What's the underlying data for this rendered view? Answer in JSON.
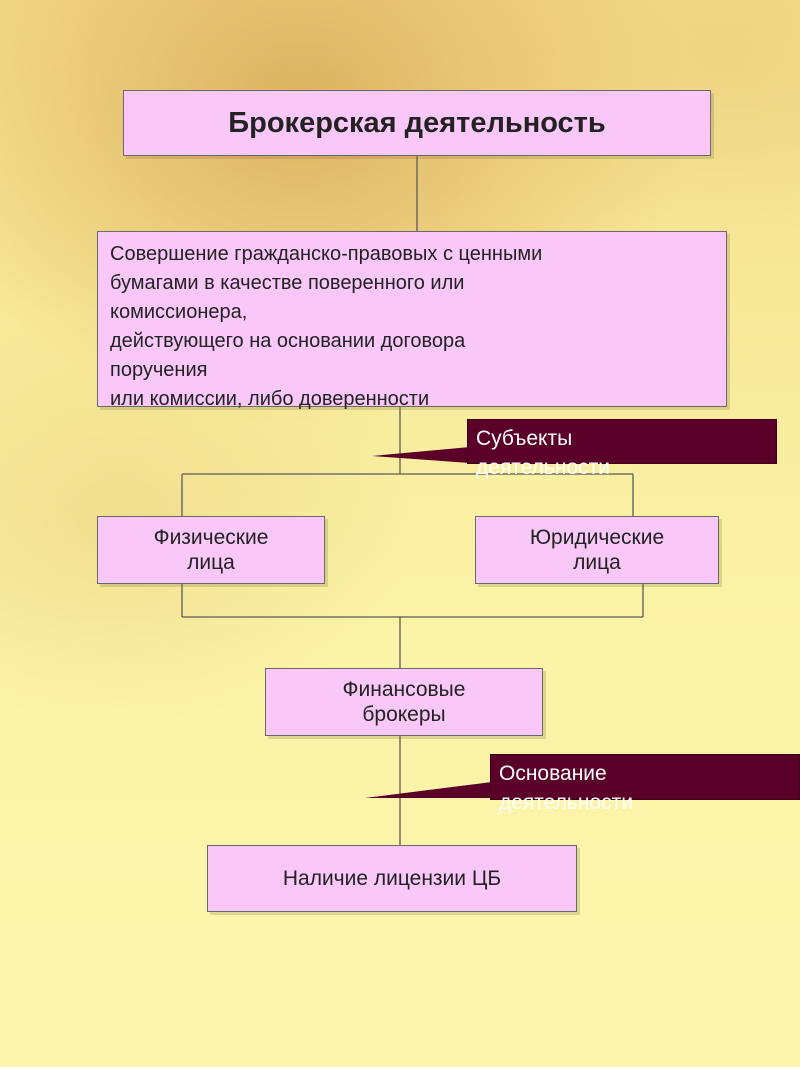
{
  "title": "Брокерская деятельность",
  "definition": "Совершение  гражданско-правовых с ценными\nбумагами в качестве поверенного или\nкомиссионера,\n действующего на основании договора\nпоручения\nили комиссии, либо доверенности",
  "subjects_callout": "Субъекты\nдеятельности",
  "individuals": "Физические\nлица",
  "legal_entities": "Юридические\nлица",
  "brokers": "Финансовые\nброкеры",
  "basis_callout": "Основание\nдеятельности",
  "license": "Наличие лицензии ЦБ",
  "colors": {
    "box_fill": "#f9c8f9",
    "callout_fill": "#5a0029",
    "background": "#fbf3a4"
  }
}
